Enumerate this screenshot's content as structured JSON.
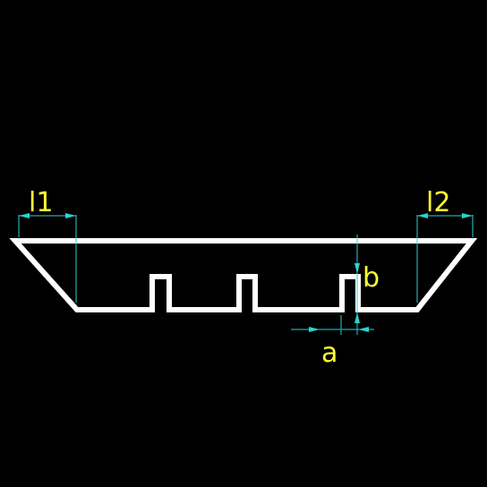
{
  "drawing": {
    "background_color": "#000000",
    "profile_color": "#ffffff",
    "dimension_line_color": "#29d3d3",
    "dimension_text_color": "#ffff33",
    "labels": {
      "l1": "l1",
      "l2": "l2",
      "a": "a",
      "b": "b"
    }
  }
}
